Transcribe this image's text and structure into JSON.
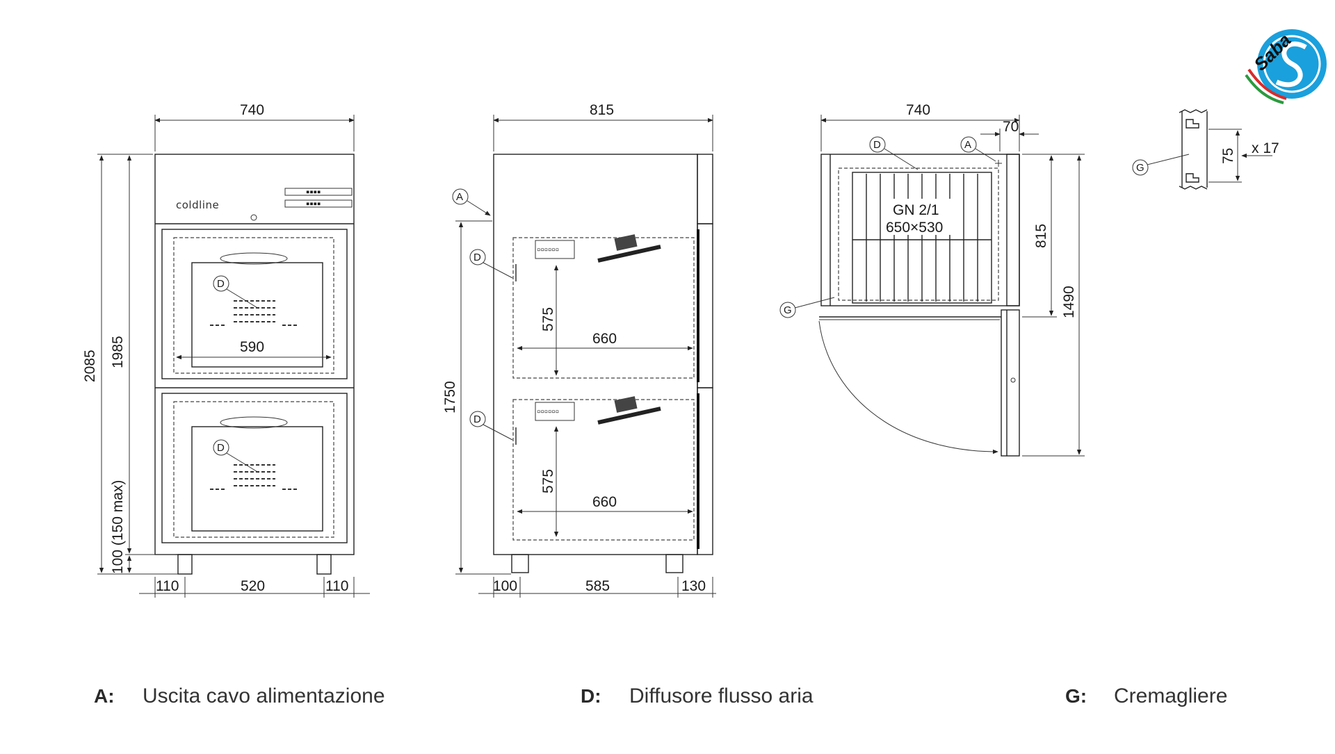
{
  "brand_label": "coldline",
  "logo": {
    "text": "Saba",
    "colors": [
      "#1aa0dc",
      "#2b9a3e",
      "#d92b2b"
    ]
  },
  "front_view": {
    "width": "740",
    "heights": [
      "2085",
      "1985",
      "100 (150 max)"
    ],
    "inner_width": "590",
    "bottom": [
      "110",
      "520",
      "110"
    ],
    "callout": "D"
  },
  "side_view": {
    "width": "815",
    "height": "1750",
    "shelf_height": "575",
    "shelf_depth": "660",
    "bottom": [
      "100",
      "585",
      "130"
    ],
    "callouts": [
      "A",
      "D"
    ]
  },
  "top_view": {
    "width": "740",
    "offset": "70",
    "depth": "815",
    "open_depth": "1490",
    "gn_label": "GN 2/1",
    "gn_size": "650×530",
    "callouts": [
      "D",
      "A",
      "G"
    ]
  },
  "rack_detail": {
    "pitch": "75",
    "count": "x 17",
    "callout": "G"
  },
  "legend": [
    {
      "key": "A:",
      "description": "Uscita cavo alimentazione"
    },
    {
      "key": "D:",
      "description": "Diffusore flusso aria"
    },
    {
      "key": "G:",
      "description": "Cremagliere"
    }
  ]
}
